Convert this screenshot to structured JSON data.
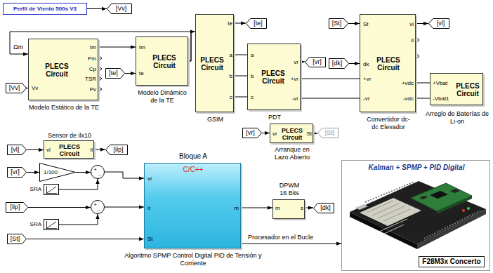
{
  "diagram": {
    "nodes": [
      {
        "text": [
          "Perfil de Viento 500s V3"
        ]
      },
      {
        "text": [
          "[Vv]"
        ]
      },
      {
        "text": [
          "[Vv]"
        ]
      },
      {
        "text": [
          "PLECS Circuit",
          "tm",
          "Pm",
          "Cp",
          "TSR",
          "Pv",
          "Vv",
          "Modelo Estático de la TE"
        ]
      },
      {
        "text": [
          "[te]"
        ]
      },
      {
        "text": [
          "PLECS Circuit",
          "tm",
          "te",
          "Modelo Dinámico de la TE"
        ]
      },
      {
        "text": [
          "PLECS Circuit",
          "te",
          "a",
          "b",
          "c",
          "GSIM"
        ]
      },
      {
        "text": [
          "[te]"
        ]
      },
      {
        "text": [
          "PLECS Circuit",
          "a",
          "b",
          "c",
          "vr",
          "+vr",
          "-vr",
          "PDT"
        ]
      },
      {
        "text": [
          "[vr]"
        ]
      },
      {
        "text": [
          "[St]"
        ]
      },
      {
        "text": [
          "[dk]"
        ]
      },
      {
        "text": [
          "PLECS Circuit",
          "St",
          "dk",
          "+vr",
          "-vr",
          "vl",
          "il",
          "+vdc",
          "-vdc",
          "Convertidor dc-dc Elevador"
        ]
      },
      {
        "text": [
          "[vl]"
        ]
      },
      {
        "text": [
          "PLECS Circuit",
          "+Vbat",
          "-Vbat1",
          "Arreglo de Baterías de Li-on"
        ]
      },
      {
        "text": [
          "[vl]"
        ]
      },
      {
        "text": [
          "Sensor de ilx10",
          "vl",
          "il",
          "PLECS Circuit"
        ]
      },
      {
        "text": [
          "[ilp]"
        ]
      },
      {
        "text": [
          "[vr]"
        ]
      },
      {
        "text": [
          "1/100"
        ]
      },
      {
        "text": [
          "+",
          "-"
        ]
      },
      {
        "text": [
          "SRA"
        ]
      },
      {
        "text": [
          "[ilp]"
        ]
      },
      {
        "text": [
          "+",
          "-"
        ]
      },
      {
        "text": [
          "SRA"
        ]
      },
      {
        "text": [
          "[St]"
        ]
      },
      {
        "text": [
          "Bloque A",
          "C/C++",
          "vr",
          "ir",
          "St",
          "m",
          "Algoritmo SPMP Control Digital PID de Tensión y Corriente"
        ]
      },
      {
        "text": [
          "[vr]"
        ]
      },
      {
        "text": [
          "vr",
          "St",
          "PLECS Circuit",
          "Arranque en Lazo Abierto"
        ]
      },
      {
        "text": [
          "[St]"
        ]
      },
      {
        "text": [
          "DPWM 16 Bits",
          "m",
          "s"
        ]
      },
      {
        "text": [
          "[dk]"
        ]
      },
      {
        "text": [
          "Kalman + SPMP + PID Digital",
          "F28M3x Concerto"
        ]
      }
    ],
    "edges": [
      {
        "from": 0,
        "to": 1,
        "arrow": "to"
      },
      {
        "from": 2,
        "to": 3,
        "arrow": "to"
      },
      {
        "from": 3,
        "to": 5,
        "arrow": "to"
      },
      {
        "from": 4,
        "to": 5,
        "arrow": "to"
      },
      {
        "from": 5,
        "to": 6,
        "arrow": "to"
      },
      {
        "from": 5,
        "to": 3,
        "label": "Ωm",
        "arrow": "to"
      },
      {
        "from": 6,
        "to": 7,
        "arrow": "to"
      },
      {
        "from": 6,
        "to": 8,
        "arrow": "none"
      },
      {
        "from": 6,
        "to": 8,
        "arrow": "none"
      },
      {
        "from": 6,
        "to": 8,
        "arrow": "none"
      },
      {
        "from": 8,
        "to": 9,
        "arrow": "to"
      },
      {
        "from": 10,
        "to": 12,
        "arrow": "to"
      },
      {
        "from": 11,
        "to": 12,
        "arrow": "to"
      },
      {
        "from": 8,
        "to": 12,
        "arrow": "none"
      },
      {
        "from": 8,
        "to": 12,
        "arrow": "none"
      },
      {
        "from": 12,
        "to": 13,
        "arrow": "to"
      },
      {
        "from": 12,
        "to": 14,
        "arrow": "none"
      },
      {
        "from": 12,
        "to": 14,
        "arrow": "none"
      },
      {
        "from": 15,
        "to": 16,
        "arrow": "to"
      },
      {
        "from": 16,
        "to": 17,
        "arrow": "to"
      },
      {
        "from": 18,
        "to": 19,
        "arrow": "to"
      },
      {
        "from": 19,
        "to": 20,
        "arrow": "to"
      },
      {
        "from": 21,
        "to": 20,
        "arrow": "to"
      },
      {
        "from": 20,
        "to": 26,
        "arrow": "to"
      },
      {
        "from": 22,
        "to": 23,
        "arrow": "to"
      },
      {
        "from": 24,
        "to": 23,
        "arrow": "to"
      },
      {
        "from": 23,
        "to": 26,
        "arrow": "to"
      },
      {
        "from": 25,
        "to": 26,
        "arrow": "to"
      },
      {
        "from": 27,
        "to": 28,
        "arrow": "to"
      },
      {
        "from": 28,
        "to": 29,
        "arrow": "to"
      },
      {
        "from": 26,
        "to": 30,
        "arrow": "to"
      },
      {
        "from": 30,
        "to": 31,
        "arrow": "to"
      },
      {
        "from": 26,
        "to": 32,
        "label": "Procesador en el Bucle",
        "arrow": "to"
      }
    ]
  }
}
